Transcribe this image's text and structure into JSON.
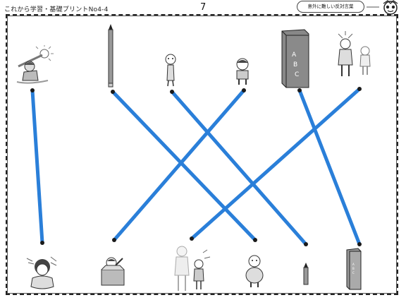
{
  "header": {
    "title": "これから学習・基礎プリントNo4-4",
    "page_number": "7",
    "topic": "意外に難しい反対言葉"
  },
  "colors": {
    "line": "#2a7fd9",
    "dot": "#1a1a1a",
    "frame": "#222222"
  },
  "top_items": [
    {
      "icon": "child-in-sun-icon"
    },
    {
      "icon": "long-pencil-icon"
    },
    {
      "icon": "thin-person-icon"
    },
    {
      "icon": "short-child-icon"
    },
    {
      "icon": "thick-book-icon"
    },
    {
      "icon": "tall-adult-and-child-icon"
    }
  ],
  "bottom_items": [
    {
      "icon": "cold-child-icon"
    },
    {
      "icon": "child-in-box-icon"
    },
    {
      "icon": "adult-and-small-child-icon"
    },
    {
      "icon": "fat-person-icon"
    },
    {
      "icon": "short-pencil-icon"
    },
    {
      "icon": "thin-book-icon"
    }
  ],
  "connections": [
    [
      0,
      0
    ],
    [
      1,
      3
    ],
    [
      2,
      4
    ],
    [
      3,
      1
    ],
    [
      4,
      5
    ],
    [
      5,
      2
    ]
  ]
}
